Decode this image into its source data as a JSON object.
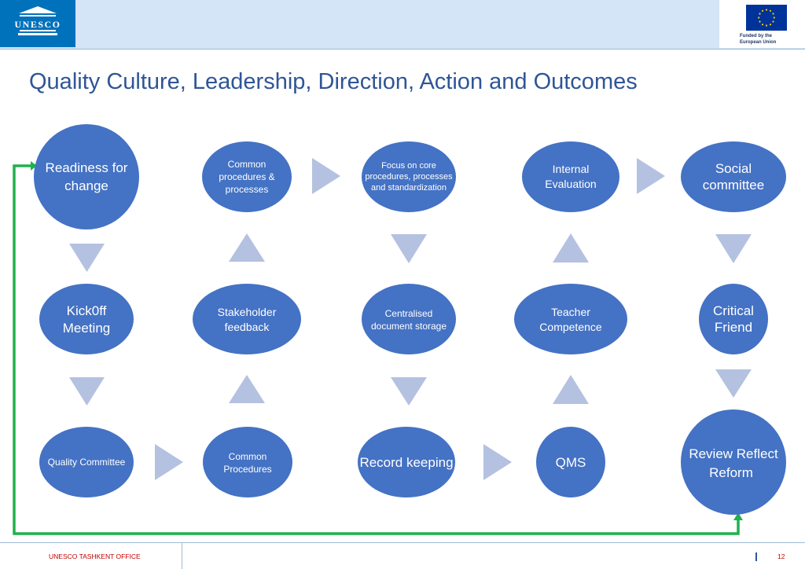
{
  "header": {
    "unesco_logo_text": "UNESCO",
    "eu_caption_line1": "Funded by the",
    "eu_caption_line2": "European Union"
  },
  "title": "Quality Culture, Leadership, Direction, Action and Outcomes",
  "nodes": {
    "readiness": [
      "Readiness for",
      "change"
    ],
    "common_procs": [
      "Common",
      "procedures &",
      "processes"
    ],
    "focus_core": [
      "Focus on core",
      "procedures, processes",
      "and standardization"
    ],
    "internal_eval": [
      "Internal",
      "Evaluation"
    ],
    "social_committee": [
      "Social",
      "committee"
    ],
    "kickoff": [
      "Kick0ff",
      "Meeting"
    ],
    "stakeholder": [
      "Stakeholder",
      "feedback"
    ],
    "centralised": [
      "Centralised",
      "document storage"
    ],
    "teacher": [
      "Teacher",
      "Competence"
    ],
    "critical_friend": [
      "Critical",
      "Friend"
    ],
    "quality_committee": [
      "Quality Committee"
    ],
    "common_procedures": [
      "Common",
      "Procedures"
    ],
    "record_keeping": [
      "Record keeping"
    ],
    "qms": [
      "QMS"
    ],
    "review_reflect": [
      "Review Reflect",
      "Reform"
    ]
  },
  "colors": {
    "node_fill": "#4472c4",
    "arrow_fill": "#b4c1e0",
    "loop_line": "#1fb14d",
    "title": "#2f5597"
  },
  "footer": {
    "office": "UNESCO TASHKENT OFFICE",
    "page_number": "12"
  }
}
